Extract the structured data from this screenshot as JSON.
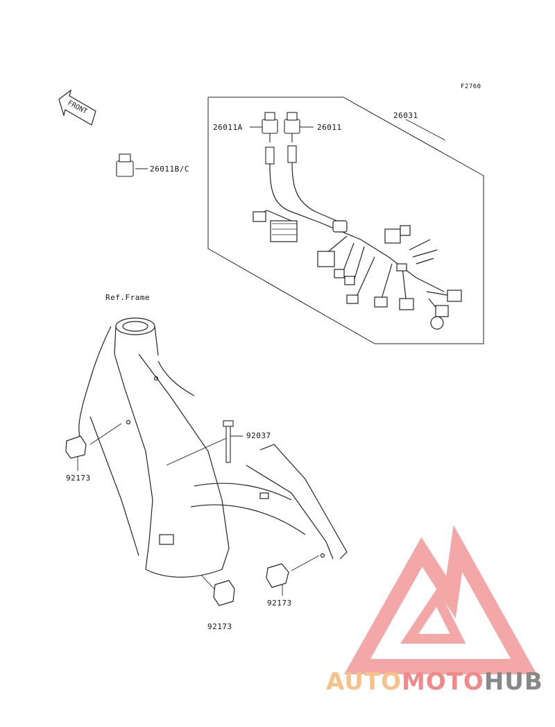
{
  "figure_code": "F2760",
  "front_label": "FRONT",
  "ref_frame_label": "Ref.Frame",
  "parts": {
    "p26031": "26031",
    "p26011A": "26011A",
    "p26011": "26011",
    "p26011BC": "26011B/C",
    "p92037": "92037",
    "p92173_left": "92173",
    "p92173_bottom": "92173",
    "p92173_right": "92173"
  },
  "watermark": {
    "auto": "AUTO",
    "moto": "MOTO",
    "hub": "HUB",
    "colors": {
      "auto": "#f7c28a",
      "moto": "#f08a8a",
      "hub": "#888888",
      "logo": "#f08a8a"
    }
  },
  "icons": [
    "front-arrow-icon",
    "connector-icon",
    "wiring-harness-icon",
    "frame-icon",
    "clamp-icon",
    "strap-icon",
    "automotohub-logo-icon"
  ]
}
